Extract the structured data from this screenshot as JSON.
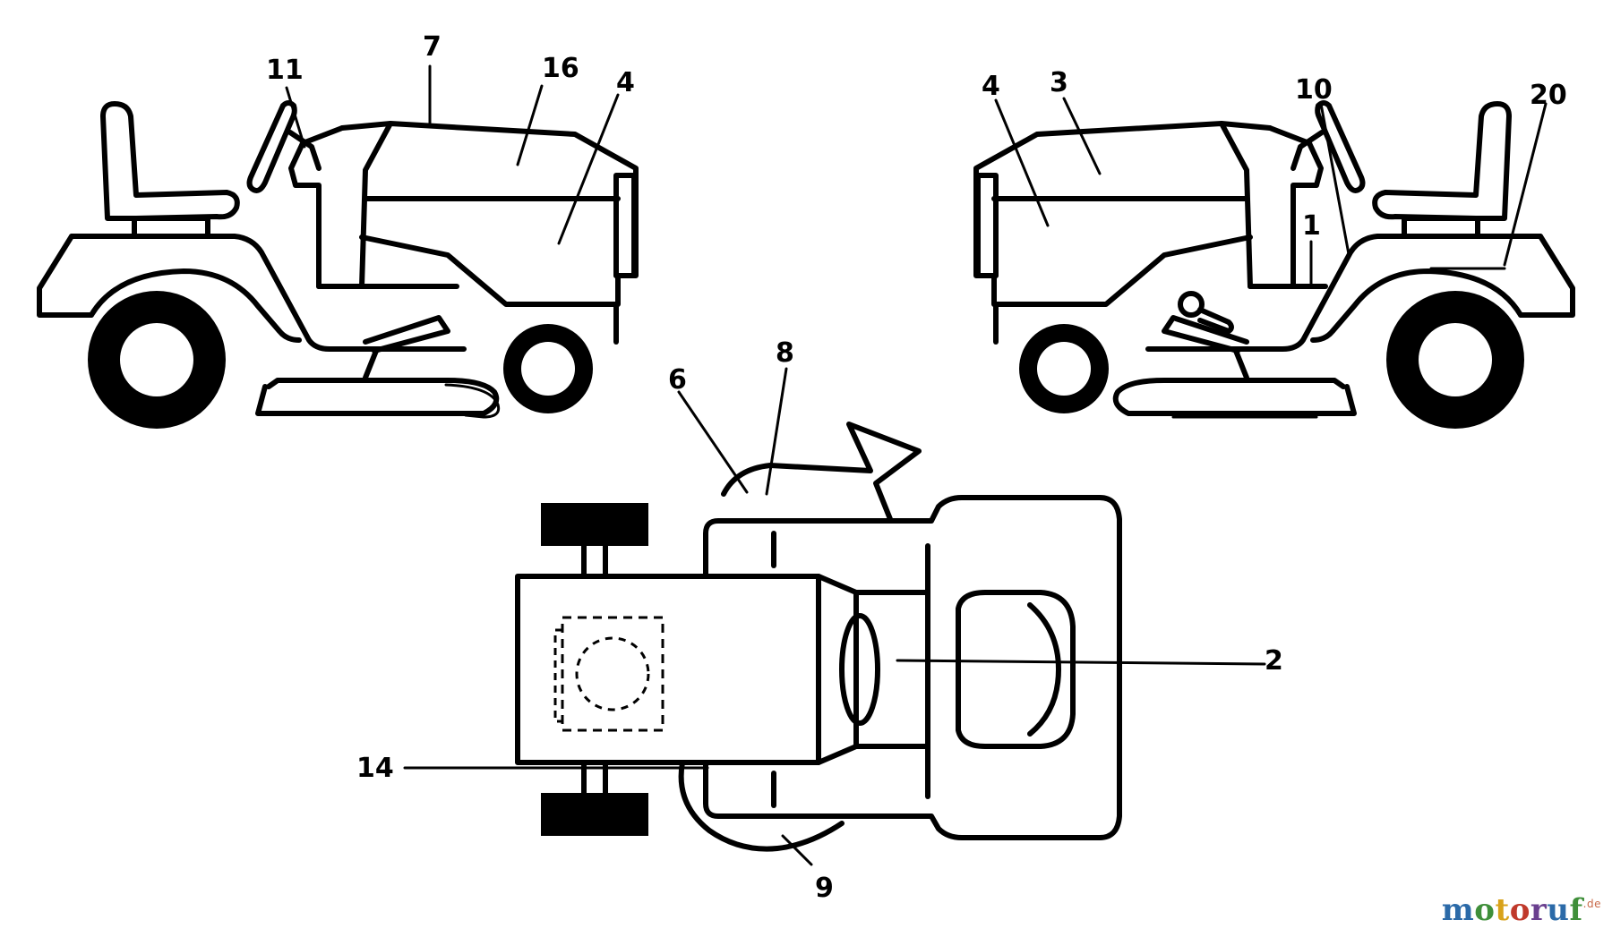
{
  "callouts": {
    "left_view": [
      "11",
      "7",
      "16",
      "4"
    ],
    "right_view": [
      "4",
      "3",
      "10",
      "20",
      "1"
    ],
    "top_view": [
      "8",
      "6",
      "2",
      "14",
      "9"
    ]
  },
  "watermark": {
    "letters": [
      "m",
      "o",
      "t",
      "o",
      "r",
      "u",
      "f"
    ],
    "letter_colors": [
      "#2b6aa8",
      "#3f8f3a",
      "#d8a21a",
      "#c0392b",
      "#6a3f8f",
      "#2b6aa8",
      "#3f8f3a"
    ],
    "suffix": ".de"
  }
}
